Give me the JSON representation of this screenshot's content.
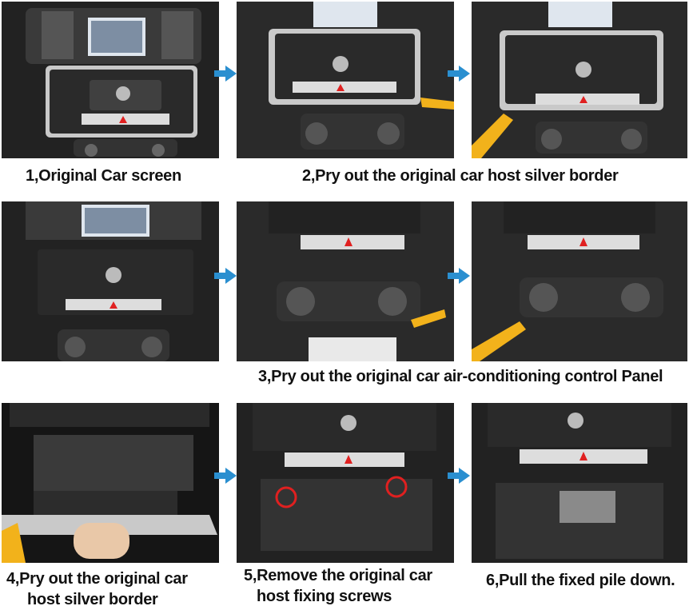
{
  "steps": [
    {
      "caption": "1,Original Car screen"
    },
    {
      "caption": "2,Pry out the original car host silver border"
    },
    {
      "caption": "3,Pry out the original car air-conditioning control Panel"
    },
    {
      "caption_line1": "4,Pry out the original car",
      "caption_line2": "host silver border"
    },
    {
      "caption_line1": "5,Remove the original car",
      "caption_line2": "host fixing screws"
    },
    {
      "caption": "6,Pull the fixed pile down."
    }
  ],
  "colors": {
    "arrow": "#2a8fd0",
    "pry_tool": "#f2b21b",
    "highlight": "#e02020"
  }
}
